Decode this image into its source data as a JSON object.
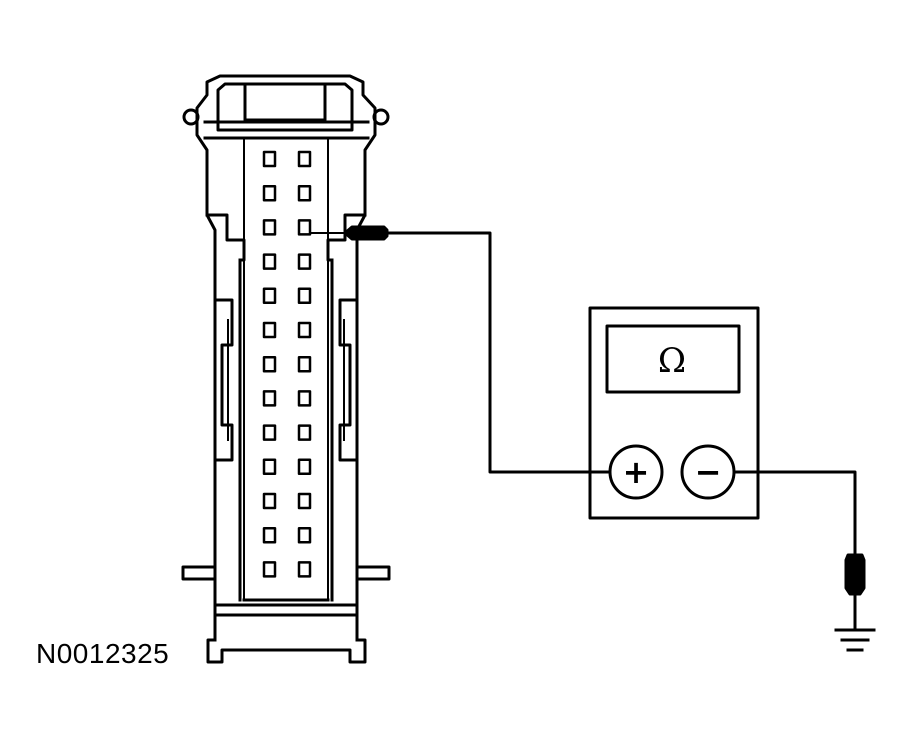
{
  "figure": {
    "id_label": "N0012325"
  },
  "meter": {
    "display_symbol": "Ω",
    "positive_label": "+",
    "negative_label": "−"
  },
  "connector": {
    "pin_columns": 2,
    "pin_rows": 13,
    "probed_pin": {
      "row": 3,
      "column": 2
    }
  },
  "colors": {
    "line": "#000000",
    "background": "#ffffff"
  }
}
